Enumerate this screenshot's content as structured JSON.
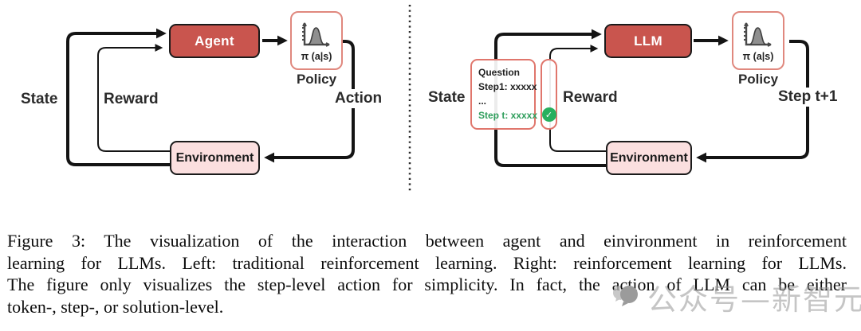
{
  "panel_left": {
    "agent": "Agent",
    "environment": "Environment",
    "policy": "Policy",
    "policy_formula": "π (a|s)",
    "state": "State",
    "reward": "Reward",
    "action": "Action"
  },
  "panel_right": {
    "llm": "LLM",
    "environment": "Environment",
    "policy": "Policy",
    "policy_formula": "π (a|s)",
    "state": "State",
    "reward": "Reward",
    "step": "Step t+1",
    "question_box": {
      "title": "Question",
      "step1": "Step1: xxxxx",
      "ellipsis": "...",
      "step_t": "Step t: xxxxx"
    },
    "check_glyph": "✓"
  },
  "caption": {
    "lines": [
      "Figure 3: The visualization of the interaction between agent and einvironment in reinforcement",
      "learning for LLMs. Left: traditional reinforcement learning. Right: reinforcement learning for LLMs.",
      "The figure only visualizes the step-level action for simplicity. In fact, the action of LLM can be either",
      "token-, step-, or solution-level."
    ]
  },
  "watermark": {
    "text": "公众号—新智元"
  },
  "colors": {
    "box_red": "#c9554e",
    "box_pink": "#fbdfdf",
    "outline_dark": "#1a1a1a",
    "policy_border": "#e0887e",
    "question_border": "#e0766c",
    "green_text": "#2f9e5c",
    "check_green": "#27b05e",
    "line": "#141414"
  }
}
